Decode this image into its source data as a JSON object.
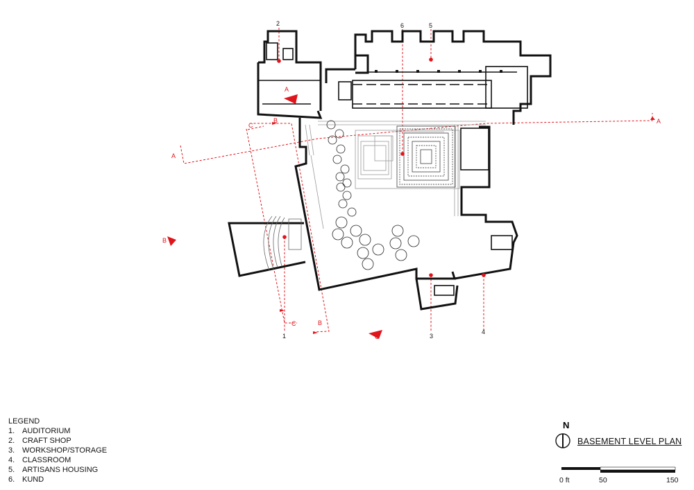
{
  "drawing": {
    "title": "BASEMENT LEVEL PLAN",
    "north_label": "N",
    "north_symbol": "north-arrow-icon",
    "scale_bar": {
      "labels": [
        "0 ft",
        "50",
        "150"
      ]
    }
  },
  "legend": {
    "heading": "LEGEND",
    "items": [
      {
        "num": "1.",
        "label": "AUDITORIUM"
      },
      {
        "num": "2.",
        "label": "CRAFT SHOP"
      },
      {
        "num": "3.",
        "label": "WORKSHOP/STORAGE"
      },
      {
        "num": "4.",
        "label": "CLASSROOM"
      },
      {
        "num": "5.",
        "label": "ARTISANS HOUSING"
      },
      {
        "num": "6.",
        "label": "KUND"
      }
    ]
  },
  "room_tags": [
    "1",
    "2",
    "3",
    "4",
    "5",
    "6"
  ],
  "section_marks": [
    "A",
    "A",
    "A",
    "B",
    "B",
    "B",
    "C",
    "C",
    "C"
  ],
  "colors": {
    "walls": "#111111",
    "section_lines": "#e0141b",
    "fine_lines": "#9a9a9a"
  }
}
